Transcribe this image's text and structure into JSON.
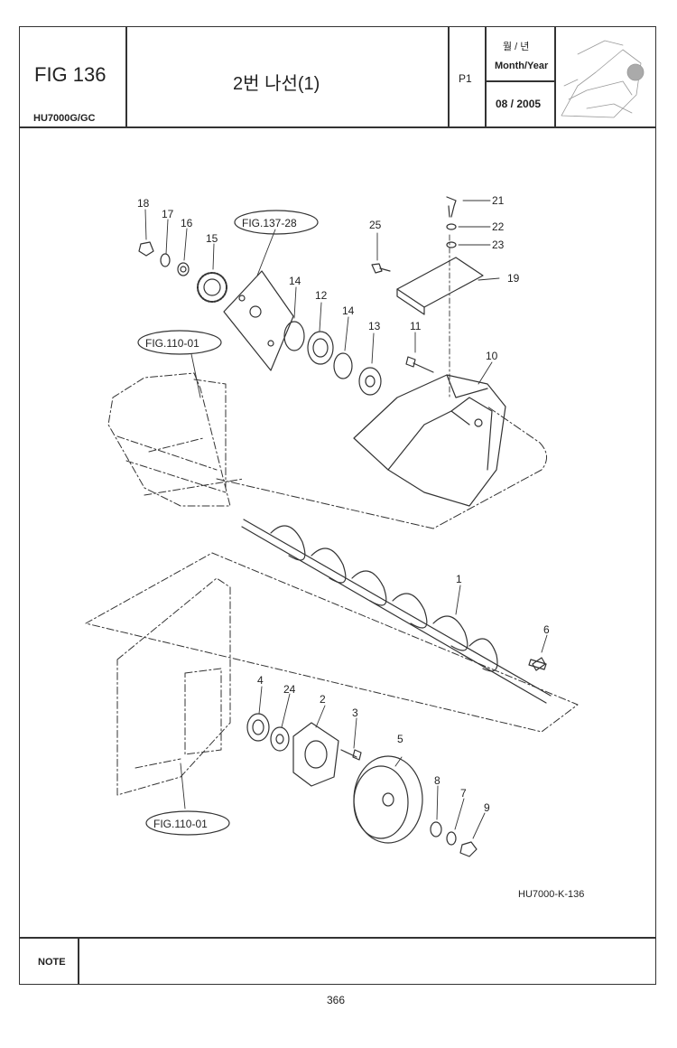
{
  "header": {
    "fig": "FIG 136",
    "model": "HU7000G/GC",
    "title": "2번 나선(1)",
    "page": "P1",
    "month_year_kr": "월 / 년",
    "month_year_en": "Month/Year",
    "date": "08 / 2005"
  },
  "diagram": {
    "callouts": [
      "1",
      "2",
      "3",
      "4",
      "5",
      "6",
      "7",
      "8",
      "9",
      "10",
      "11",
      "12",
      "13",
      "14",
      "14",
      "15",
      "16",
      "17",
      "18",
      "19",
      "21",
      "22",
      "23",
      "24",
      "25"
    ],
    "references": [
      "FIG.137-28",
      "FIG.110-01",
      "FIG.110-01"
    ],
    "drawing_code": "HU7000-K-136"
  },
  "footer": {
    "note": "NOTE",
    "page_number": "366"
  }
}
